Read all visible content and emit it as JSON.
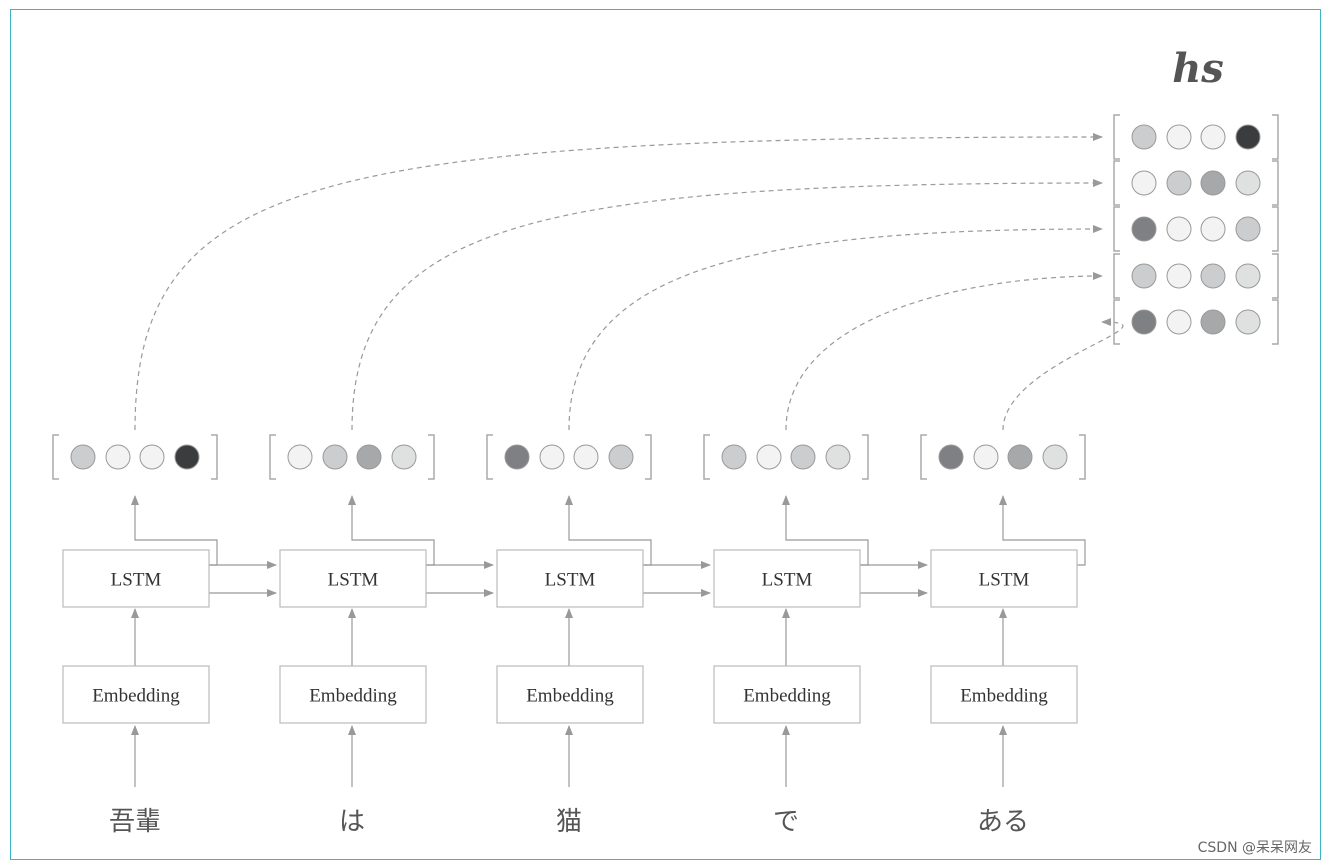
{
  "hs_label": "hs",
  "watermark": "CSDN @呆呆网友",
  "columns": [
    {
      "word": "吾輩",
      "embedding": "Embedding",
      "lstm": "LSTM",
      "shades": [
        2,
        0,
        0,
        5
      ]
    },
    {
      "word": "は",
      "embedding": "Embedding",
      "lstm": "LSTM",
      "shades": [
        0,
        2,
        3,
        1
      ]
    },
    {
      "word": "猫",
      "embedding": "Embedding",
      "lstm": "LSTM",
      "shades": [
        4,
        0,
        0,
        2
      ]
    },
    {
      "word": "で",
      "embedding": "Embedding",
      "lstm": "LSTM",
      "shades": [
        2,
        0,
        2,
        1
      ]
    },
    {
      "word": "ある",
      "embedding": "Embedding",
      "lstm": "LSTM",
      "shades": [
        4,
        0,
        3,
        1
      ]
    }
  ],
  "shade_palette": [
    "#f3f3f3",
    "#dfe1e1",
    "#cbcdce",
    "#a7a8aa",
    "#7f8083",
    "#3b3c3e"
  ],
  "colors": {
    "frame": "#3fb3c6",
    "line": "#999999",
    "box_border": "#bbbbbb"
  }
}
